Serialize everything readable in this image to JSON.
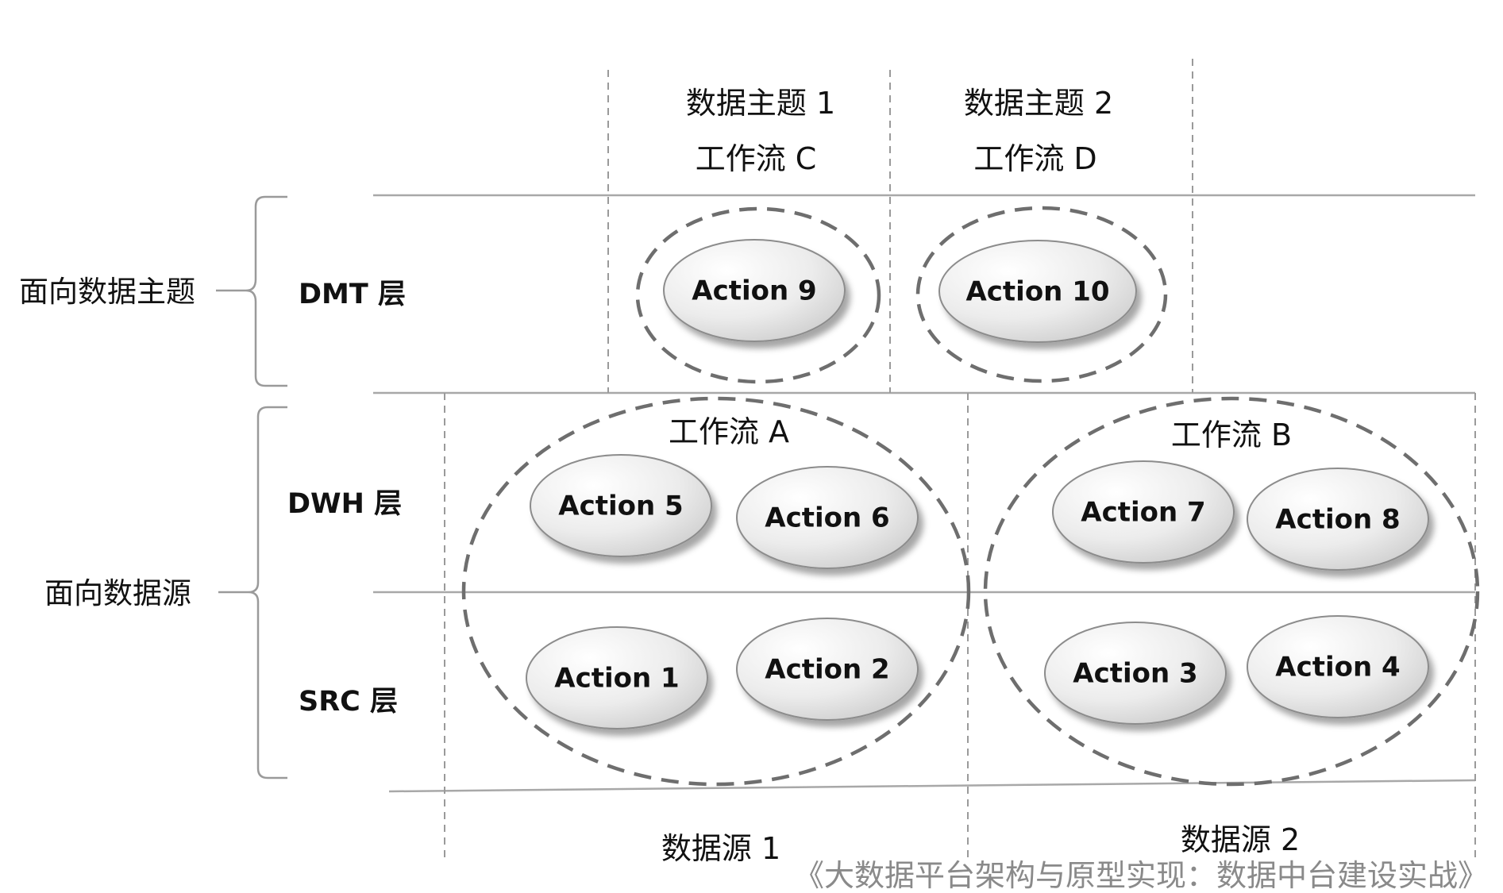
{
  "categories": {
    "top": "面向数据主题",
    "bottom": "面向数据源"
  },
  "layers": {
    "dmt": "DMT 层",
    "dwh": "DWH 层",
    "src": "SRC 层"
  },
  "top_headers": [
    {
      "subject": "数据主题 1",
      "workflow": "工作流 C"
    },
    {
      "subject": "数据主题 2",
      "workflow": "工作流 D"
    }
  ],
  "workflows": {
    "a": "工作流 A",
    "b": "工作流 B"
  },
  "sources": [
    "数据源 1",
    "数据源 2"
  ],
  "actions": {
    "a1": "Action 1",
    "a2": "Action 2",
    "a3": "Action 3",
    "a4": "Action 4",
    "a5": "Action 5",
    "a6": "Action 6",
    "a7": "Action 7",
    "a8": "Action 8",
    "a9": "Action 9",
    "a10": "Action 10"
  },
  "caption": "《大数据平台架构与原型实现：数据中台建设实战》"
}
